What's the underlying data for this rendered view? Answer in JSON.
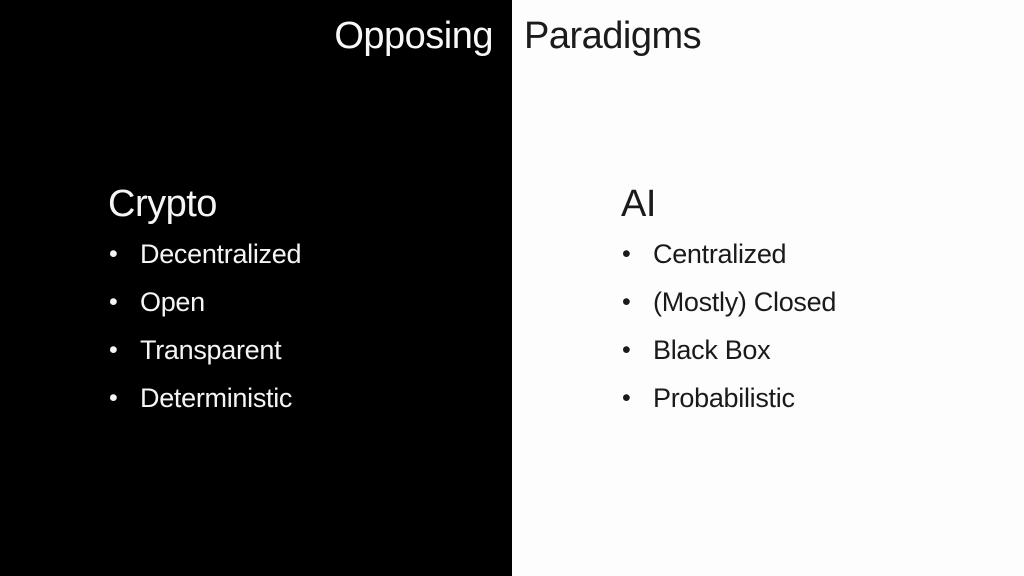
{
  "slide": {
    "title": {
      "left_word": "Opposing",
      "right_word": "Paradigms"
    },
    "bullet_char": "•",
    "columns": {
      "crypto": {
        "heading": "Crypto",
        "bullets": [
          "Decentralized",
          "Open",
          "Transparent",
          "Deterministic"
        ]
      },
      "ai": {
        "heading": "AI",
        "bullets": [
          "Centralized",
          "(Mostly) Closed",
          "Black Box",
          "Probabilistic"
        ]
      }
    },
    "colors": {
      "left_background": "#000000",
      "right_background": "#fdfdfd",
      "left_text": "#f5f5f5",
      "right_text": "#1a1a1a"
    }
  }
}
